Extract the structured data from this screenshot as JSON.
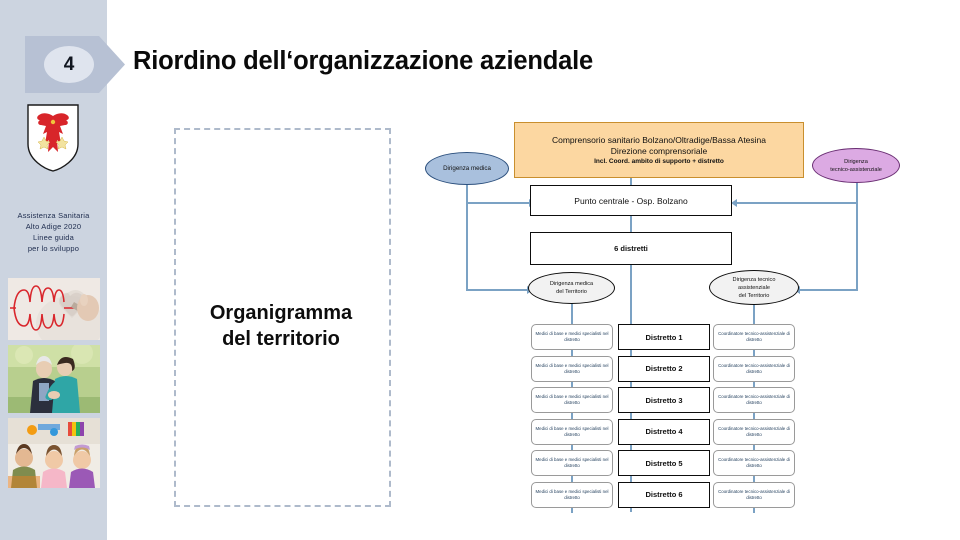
{
  "header": {
    "number": "4",
    "title": "Riordino dell‘organizzazione aziendale"
  },
  "sidebar": {
    "crest_icon": "south-tyrol-eagle-crest-icon",
    "caption_lines": [
      "Assistenza Sanitaria",
      "Alto Adige 2020",
      "Linee guida",
      "per lo sviluppo"
    ],
    "photos": [
      {
        "name": "photo-heart-ecg-drawing",
        "alt": "heart-ecg-icon"
      },
      {
        "name": "photo-elderly-man-with-nurse",
        "alt": "elderly-care-icon"
      },
      {
        "name": "photo-children-playing",
        "alt": "children-icon"
      }
    ]
  },
  "diagram": {
    "frame_label_line1": "Organigramma",
    "frame_label_line2": "del territorio",
    "top_box": {
      "line1": "Comprensorio sanitario Bolzano/Oltradige/Bassa Atesina",
      "line2": "Direzione comprensoriale",
      "line3": "Incl. Coord. ambito di supporto + distretto"
    },
    "ellipse_left_top": "Dirigenza medica",
    "ellipse_right_top_l1": "Dirigenza",
    "ellipse_right_top_l2": "tecnico-assistenziale",
    "central_box": "Punto centrale  -  Osp. Bolzano",
    "districts_box": "6 distretti",
    "ellipse_left_mid_l1": "Dirigenza medica",
    "ellipse_left_mid_l2": "del Territorio",
    "ellipse_right_mid_l1": "Dirigenza tecnico",
    "ellipse_right_mid_l2": "assistenziale",
    "ellipse_right_mid_l3": "del Territorio",
    "rows": [
      {
        "left": "Medici di base e medici specialisti nel distretto",
        "center": "Distretto 1",
        "right": "Coordinatore tecnico-assistenziale di distretto"
      },
      {
        "left": "Medici di base e medici specialisti nel distretto",
        "center": "Distretto 2",
        "right": "Coordinatore tecnico-assistenziale di distretto"
      },
      {
        "left": "Medici di base e medici specialisti nel distretto",
        "center": "Distretto 3",
        "right": "Coordinatore tecnico-assistenziale di distretto"
      },
      {
        "left": "Medici di base e medici specialisti nel distretto",
        "center": "Distretto 4",
        "right": "Coordinatore tecnico-assistenziale di distretto"
      },
      {
        "left": "Medici di base e medici specialisti nel distretto",
        "center": "Distretto 5",
        "right": "Coordinatore tecnico-assistenziale di distretto"
      },
      {
        "left": "Medici di base e medici specialisti nel distretto",
        "center": "Distretto 6",
        "right": "Coordinatore tecnico-assistenziale di distretto"
      }
    ]
  },
  "colors": {
    "sidebar_bg": "#ccd4e0",
    "chevron": "#b7c1d4",
    "orange_box": "#fcd7a1",
    "ellipse_blue": "#a9c0dd",
    "ellipse_purple": "#dcaae3",
    "connector": "#7ba2c4",
    "dashed_frame": "#aebacb"
  }
}
